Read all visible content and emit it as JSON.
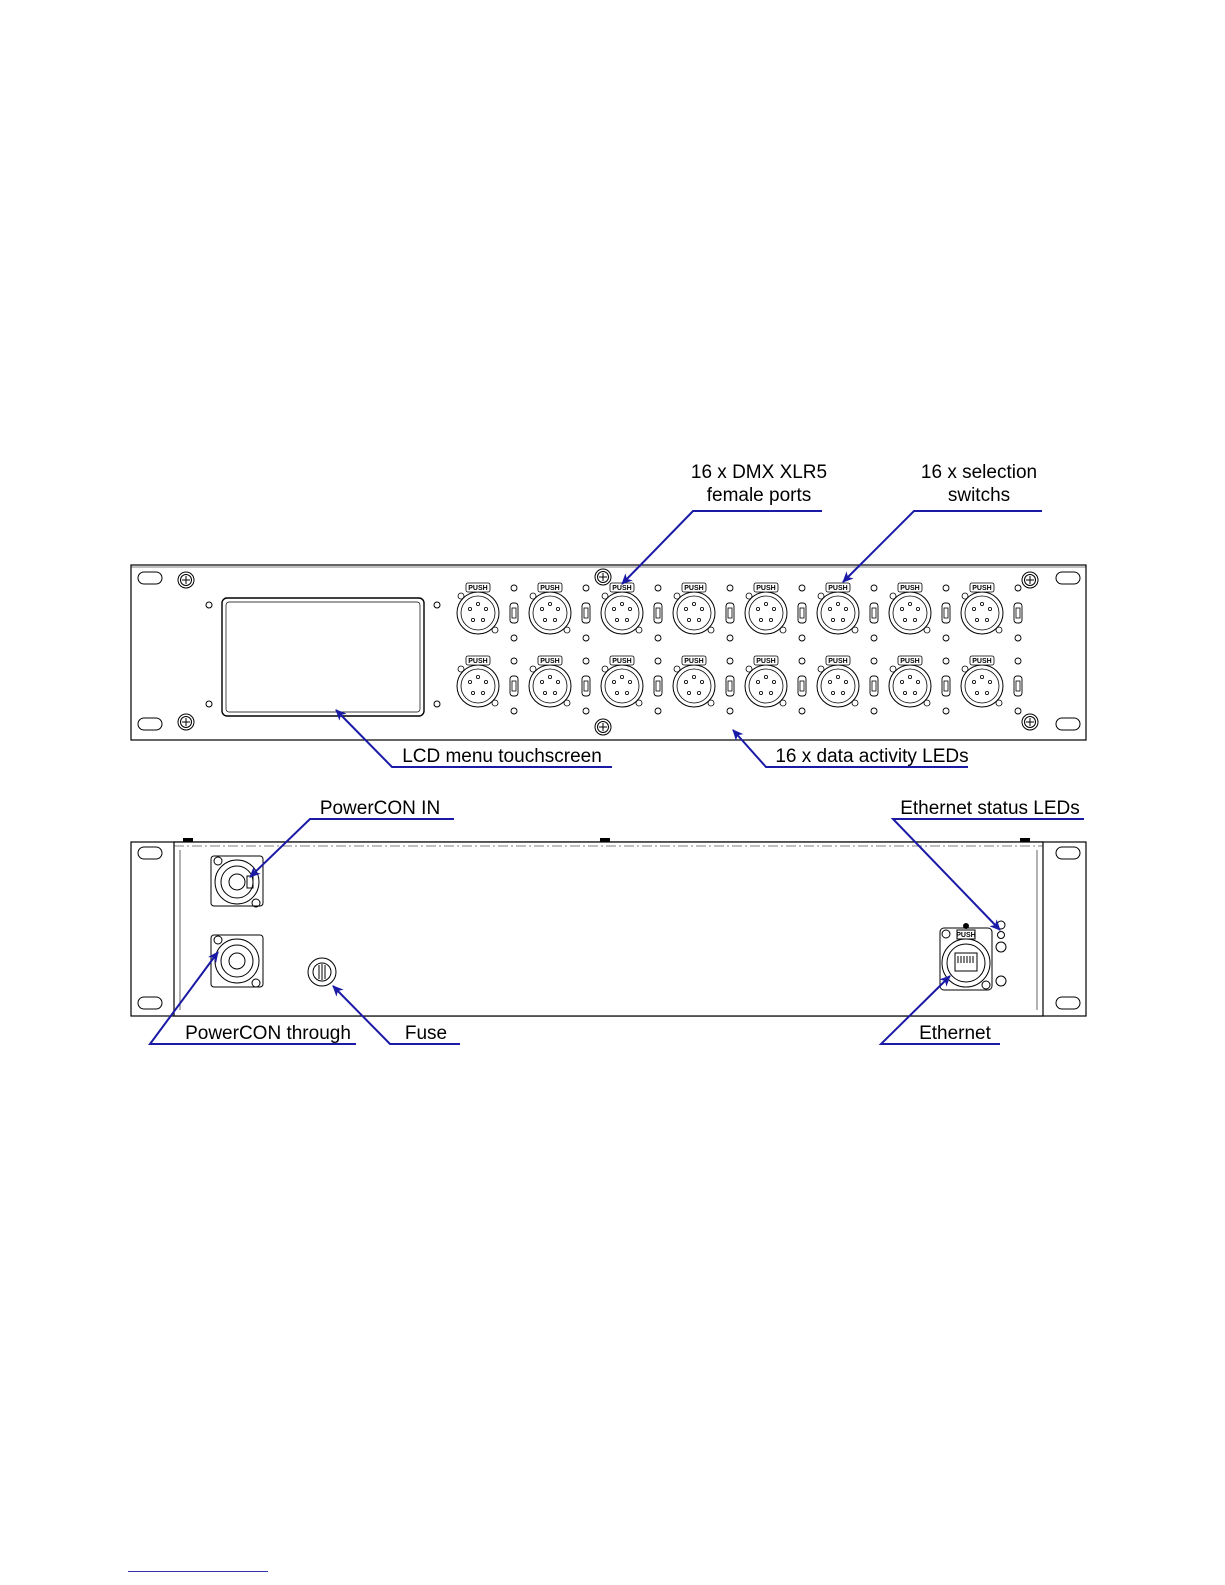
{
  "labels": {
    "dmx_ports_line1": "16 x DMX XLR5",
    "dmx_ports_line2": "female ports",
    "selection_switches_line1": "16 x selection",
    "selection_switches_line2": "switchs",
    "lcd": "LCD menu touchscreen",
    "data_leds": "16 x data activity LEDs",
    "powercon_in": "PowerCON IN",
    "ethernet_leds": "Ethernet status LEDs",
    "powercon_through": "PowerCON through",
    "fuse": "Fuse",
    "ethernet": "Ethernet"
  },
  "connector_label": "PUSH",
  "xlr_port_count": 16,
  "colors": {
    "callout": "#1a1aa6",
    "line": "#000000"
  }
}
